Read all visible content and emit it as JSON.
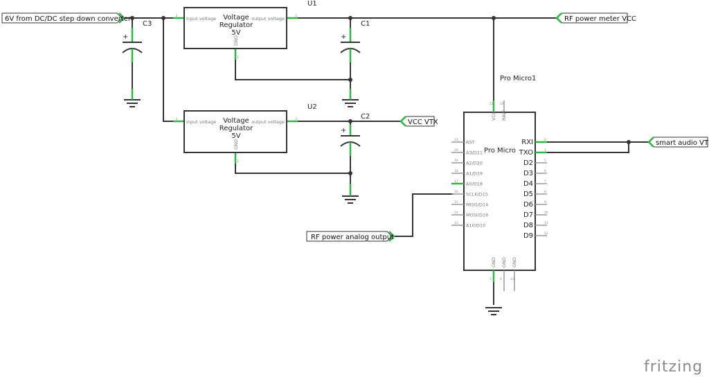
{
  "ports": {
    "input_6v": "6V from DC/DC step down converter",
    "rf_meter_vcc": "RF power meter VCC",
    "vcc_vtx": "VCC VTX",
    "smart_audio": "smart audio VTX",
    "rf_analog": "RF power analog output"
  },
  "regulators": {
    "u1": {
      "ref": "U1",
      "title": "Voltage",
      "title2": "Regulator",
      "title3": "5V",
      "in_label": "input voltage",
      "out_label": "output voltage",
      "gnd_label": "GND",
      "pin_in": "1",
      "pin_out": "3",
      "pin_gnd": "2"
    },
    "u2": {
      "ref": "U2",
      "title": "Voltage",
      "title2": "Regulator",
      "title3": "5V",
      "in_label": "input voltage",
      "out_label": "output voltage",
      "gnd_label": "GND",
      "pin_in": "1",
      "pin_out": "3",
      "pin_gnd": "2"
    }
  },
  "capacitors": {
    "c1": "C1",
    "c2": "C2",
    "c3": "C3",
    "plus": "+"
  },
  "pro_micro": {
    "ref": "Pro Micro1",
    "name": "Pro Micro",
    "top_pins": [
      {
        "label": "VCC",
        "num": "21"
      },
      {
        "label": "RAW",
        "num": "24"
      }
    ],
    "left_pins": [
      {
        "label": "RST",
        "num": "22"
      },
      {
        "label": "A3/D21",
        "num": "20"
      },
      {
        "label": "A2/D20",
        "num": "19"
      },
      {
        "label": "A1/D19",
        "num": "18"
      },
      {
        "label": "A0/D18",
        "num": "17"
      },
      {
        "label": "SCLK/D15",
        "num": "16"
      },
      {
        "label": "MISO/D14",
        "num": "15"
      },
      {
        "label": "MOSI/D16",
        "num": "14"
      },
      {
        "label": "A10/D10",
        "num": "13"
      }
    ],
    "right_pins": [
      {
        "label": "RXI",
        "num": "2"
      },
      {
        "label": "TXO",
        "num": "1"
      },
      {
        "label": "D2",
        "num": "5"
      },
      {
        "label": "D3",
        "num": "6"
      },
      {
        "label": "D4",
        "num": "7"
      },
      {
        "label": "D5",
        "num": "8"
      },
      {
        "label": "D6",
        "num": "9"
      },
      {
        "label": "D7",
        "num": "10"
      },
      {
        "label": "D8",
        "num": "11"
      },
      {
        "label": "D9",
        "num": "12"
      }
    ],
    "bottom_pins": [
      {
        "label": "GND",
        "num": "3"
      },
      {
        "label": "GND",
        "num": "4"
      },
      {
        "label": "GND",
        "num": "23"
      }
    ]
  },
  "logo": "fritzing",
  "colors": {
    "wire": "#333333",
    "pin_connected": "#2db742",
    "pin_unconnected": "#999999",
    "logo": "#8a8a8a"
  }
}
